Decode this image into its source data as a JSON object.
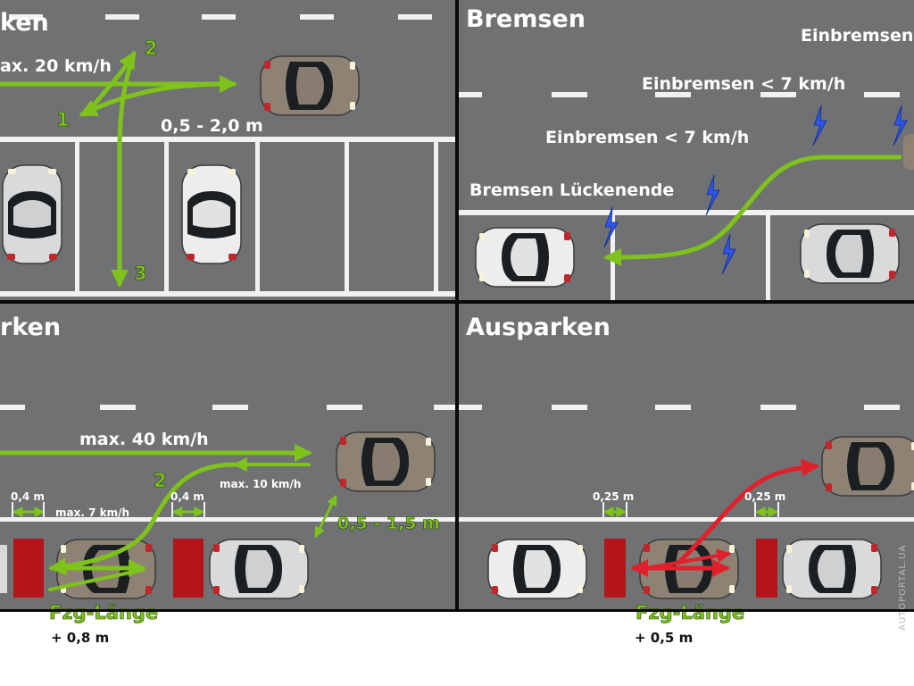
{
  "panels": {
    "top_left": {
      "title": "ken",
      "speed_label": "ax. 20 km/h",
      "distance_label": "0,5 - 2,0 m",
      "step1": "1",
      "step2": "2",
      "step3": "3"
    },
    "top_right": {
      "title": "Bremsen",
      "label_top": "Einbremsen",
      "label_mid": "Einbremsen < 7 km/h",
      "label_low": "Einbremsen < 7 km/h",
      "label_end": "Bremsen Lückenende"
    },
    "bottom_left": {
      "title": "rken",
      "speed_label": "max. 40 km/h",
      "speed_small": "max. 10 km/h",
      "speed_reverse": "max. 7 km/h",
      "gap_left": "0,4 m",
      "gap_right": "0,4 m",
      "step2": "2",
      "distance_label": "0,5 - 1,5 m",
      "length_label": "Fzg-Länge",
      "length_extra": "+ 0,8 m"
    },
    "bottom_right": {
      "title": "Ausparken",
      "gap_left": "0,25 m",
      "gap_right": "0,25 m",
      "length_label": "Fzg-Länge",
      "length_extra": "+ 0,5 m"
    }
  },
  "watermark": "AUTOPORTAL.UA",
  "colors": {
    "asphalt": "#6f7173",
    "divider": "#0a0a0a",
    "green": "#7ec21b",
    "red": "#e0202a",
    "block": "#b3151b",
    "lightning": "#2d55e8",
    "car_silver": "#d9dadb",
    "car_white": "#ecedec",
    "car_bronze": "#8e8275"
  }
}
